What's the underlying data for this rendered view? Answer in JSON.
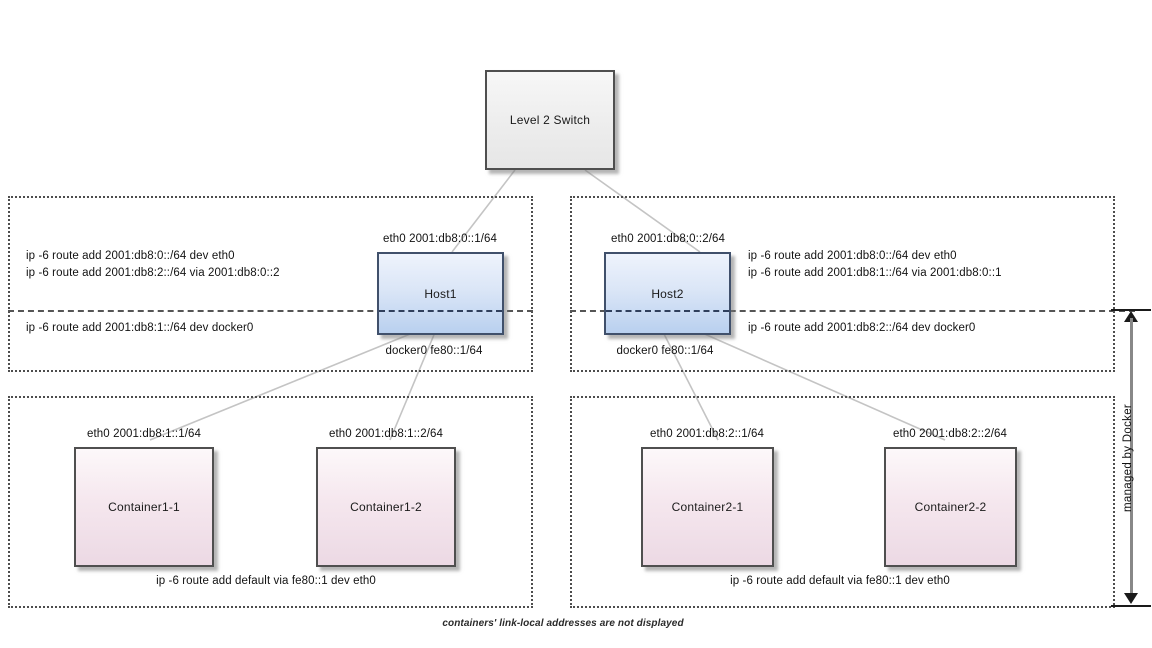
{
  "diagram": {
    "caption": "containers' link-local addresses are not displayed",
    "vertical_label": "managed by Docker",
    "colors": {
      "host_fill": "#b9d0ef",
      "container_fill": "#ecd9e4",
      "switch_fill": "#ededed",
      "border": "#4f4f4f",
      "wire": "#c4c4c4"
    }
  },
  "switch": {
    "label": "Level 2 Switch"
  },
  "hosts": [
    {
      "label": "Host1",
      "eth0_label": "eth0 2001:db8:0::1/64",
      "docker0_label": "docker0 fe80::1/64",
      "routes_above": [
        "ip -6 route add 2001:db8:0::/64 dev eth0",
        "ip -6 route add 2001:db8:2::/64 via  2001:db8:0::2"
      ],
      "routes_below": [
        "ip -6 route add 2001:db8:1::/64 dev docker0"
      ]
    },
    {
      "label": "Host2",
      "eth0_label": "eth0 2001:db8:0::2/64",
      "docker0_label": "docker0 fe80::1/64",
      "routes_above": [
        "ip -6 route add 2001:db8:0::/64 dev eth0",
        "ip -6 route add 2001:db8:1::/64 via  2001:db8:0::1"
      ],
      "routes_below": [
        "ip -6 route add 2001:db8:2::/64 dev docker0"
      ]
    }
  ],
  "container_groups": [
    {
      "route": "ip -6 route add default via fe80::1 dev eth0",
      "containers": [
        {
          "label": "Container1-1",
          "eth0_label": "eth0 2001:db8:1::1/64"
        },
        {
          "label": "Container1-2",
          "eth0_label": "eth0 2001:db8:1::2/64"
        }
      ]
    },
    {
      "route": "ip -6 route add default via fe80::1 dev eth0",
      "containers": [
        {
          "label": "Container2-1",
          "eth0_label": "eth0 2001:db8:2::1/64"
        },
        {
          "label": "Container2-2",
          "eth0_label": "eth0 2001:db8:2::2/64"
        }
      ]
    }
  ]
}
